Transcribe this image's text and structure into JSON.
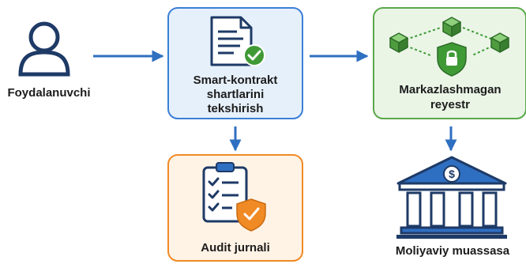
{
  "nodes": {
    "user": {
      "label": "Foydalanuvchi",
      "icon": "user-icon"
    },
    "smart_contract": {
      "lines": [
        "Smart-kontrakt",
        "shartlarini",
        "tekshirish"
      ],
      "icon": "document-check-icon",
      "fill": "#e6f0fb",
      "stroke": "#3b7fd6"
    },
    "ledger": {
      "lines": [
        "Markazlashmagan",
        "reyestr"
      ],
      "icon": "blockchain-lock-icon",
      "fill": "#eaf5e6",
      "stroke": "#5aa84a"
    },
    "audit": {
      "label": "Audit jurnali",
      "icon": "clipboard-shield-icon",
      "fill": "#fff3e6",
      "stroke": "#f08a24"
    },
    "bank": {
      "label": "Moliyaviy muassasa",
      "icon": "bank-dollar-icon"
    }
  },
  "colors": {
    "arrow": "#2f6fc1",
    "navy": "#1e3a66",
    "green": "#3f9a36",
    "orange": "#f08a24"
  }
}
